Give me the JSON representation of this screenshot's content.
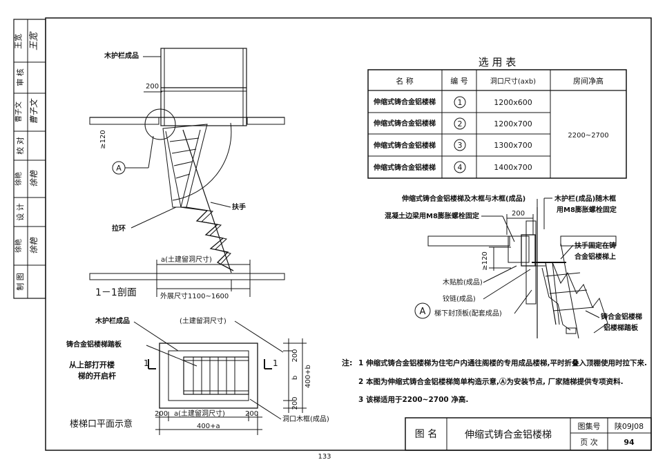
{
  "sidebar": {
    "rows": [
      {
        "label": "王宽",
        "sign": "王宽"
      },
      {
        "label": "审 核",
        "sign": ""
      },
      {
        "label": "曹子文",
        "sign": "曹子文"
      },
      {
        "label": "校 对",
        "sign": ""
      },
      {
        "label": "徐艳",
        "sign": "徐艳"
      },
      {
        "label": "设 计",
        "sign": ""
      },
      {
        "label": "徐艳",
        "sign": "徐艳"
      },
      {
        "label": "制 图",
        "sign": ""
      }
    ]
  },
  "section": {
    "title": "1－1剖面",
    "label_rail": "木护栏成品",
    "dim_200": "200",
    "dim_120": "≥120",
    "label_A": "A",
    "label_handrail": "扶手",
    "label_pullring": "拉环",
    "dim_opening": "a(土建留洞尺寸)",
    "dim_extend": "外展尺寸1100~1600"
  },
  "plan": {
    "title": "楼梯口平面示意",
    "label_rail": "木护栏成品",
    "label_opening": "(土建留洞尺寸)",
    "label_tread": "铸合金铝楼梯踏板",
    "label_rod_line1": "从上部打开楼",
    "label_rod_line2": "梯的开启杆",
    "label_frame": "洞口木框(成品)",
    "cut_mark": "1",
    "dim_left200": "200",
    "dim_a": "a(土建留洞尺寸)",
    "dim_right200": "200",
    "dim_total": "400+a",
    "dim_top200": "200",
    "dim_b": "b",
    "dim_bottom200": "200",
    "dim_total_b": "400+b"
  },
  "table": {
    "title": "选    用    表",
    "headers": [
      "名    称",
      "编 号",
      "洞口尺寸(axb)",
      "房间净高"
    ],
    "rows": [
      {
        "name": "伸缩式铸合金铝楼梯",
        "no": "1",
        "size": "1200x600"
      },
      {
        "name": "伸缩式铸合金铝楼梯",
        "no": "2",
        "size": "1200x700"
      },
      {
        "name": "伸缩式铸合金铝楼梯",
        "no": "3",
        "size": "1300x700"
      },
      {
        "name": "伸缩式铸合金铝楼梯",
        "no": "4",
        "size": "1400x700"
      }
    ],
    "height": "2200~2700"
  },
  "detail": {
    "label_frame": "伸缩式铸合金铝楼梯及木框与木框(成品)",
    "label_beam": "混凝土边梁用M8膨胀螺栓固定",
    "label_rail_line1": "木护栏(成品)随木框",
    "label_rail_line2": "用M8膨胀螺栓固定",
    "dim_200": "200",
    "label_handrail_line1": "扶手固定在铸",
    "label_handrail_line2": "合金铝楼梯上",
    "dim_120": "≥120",
    "label_trim": "木贴脸(成品)",
    "label_hinge": "铰链(成品)",
    "label_panel": "梯下封顶板(配套成品)",
    "label_A": "A",
    "label_tread_line1": "铸合金铝楼梯",
    "label_tread_line2": "铝楼梯踏板"
  },
  "notes": {
    "prefix": "注:",
    "items": [
      "1  伸缩式铸合金铝楼梯为住宅户内通往阁楼的专用成品楼梯,平时折叠入顶棚使用时拉下来.",
      "2  本图为伸缩式铸合金铝楼梯简单构造示意,Ⓐ为安装节点, 厂家随梯提供专项资料.",
      "3  该梯适用于2200~2700 净高."
    ]
  },
  "titleblock": {
    "label": "图 名",
    "name": "伸缩式铸合金铝楼梯",
    "atlas_label": "图集号",
    "atlas_no": "陕09J08",
    "page_label": "页 次",
    "page_no": "94"
  },
  "page_number": "133"
}
